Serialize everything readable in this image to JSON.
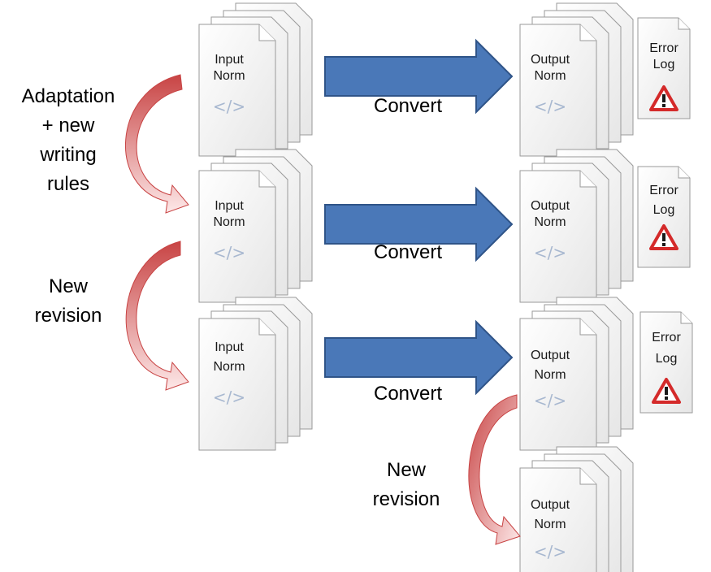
{
  "rows": [
    {
      "input_line1": "Input",
      "input_line2": "Norm",
      "convert_label": "Convert",
      "output_line1": "Output",
      "output_line2": "Norm",
      "error_line1": "Error",
      "error_line2": "Log"
    },
    {
      "input_line1": "Input",
      "input_line2": "Norm",
      "convert_label": "Convert",
      "output_line1": "Output",
      "output_line2": "Norm",
      "error_line1": "Error",
      "error_line2": "Log"
    },
    {
      "input_line1": "Input",
      "input_line2": "Norm",
      "convert_label": "Convert",
      "output_line1": "Output",
      "output_line2": "Norm",
      "error_line1": "Error",
      "error_line2": "Log"
    }
  ],
  "extra_output": {
    "line1": "Output",
    "line2": "Norm"
  },
  "side_labels": {
    "adaptation": [
      "Adaptation",
      "+ new",
      "writing",
      "rules"
    ],
    "new_revision_1": [
      "New",
      "revision"
    ],
    "new_revision_2": [
      "New",
      "revision"
    ]
  },
  "code_glyph": "</>",
  "colors": {
    "flow_arrow": "#4a78b8",
    "flow_arrow_stroke": "#2f5488",
    "curve_arrow_start": "#c84444",
    "curve_arrow_end": "#fbe4e4",
    "warning": "#d42a2a"
  }
}
